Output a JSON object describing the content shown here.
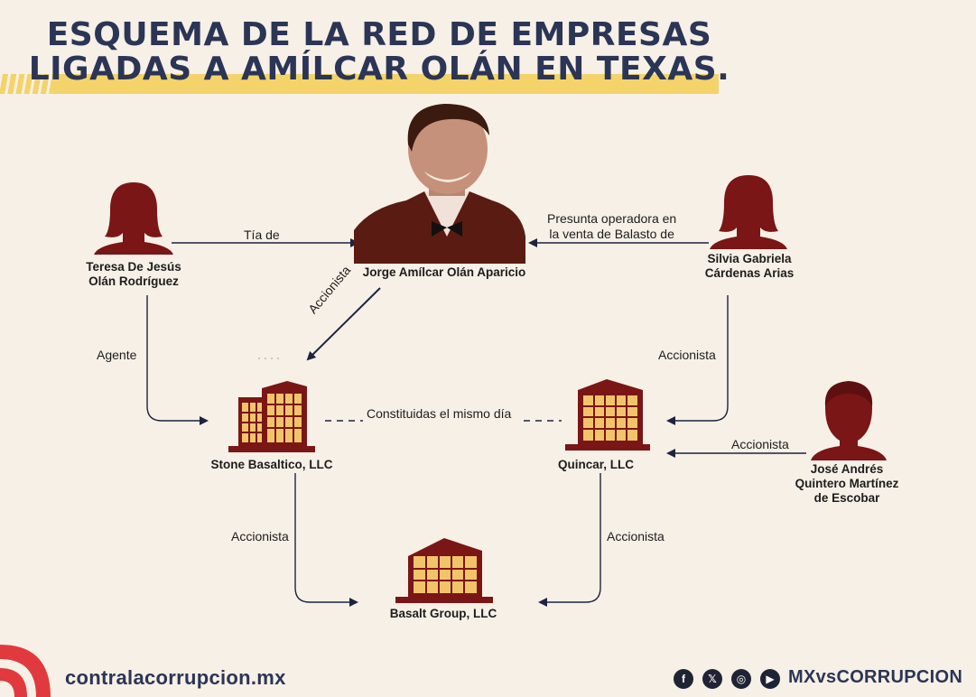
{
  "title": {
    "line1": "ESQUEMA DE LA RED DE EMPRESAS",
    "line2": "LIGADAS A AMÍLCAR OLÁN EN TEXAS."
  },
  "nodes": {
    "jorge": "Jorge Amílcar Olán Aparicio",
    "teresa_1": "Teresa De Jesús",
    "teresa_2": "Olán Rodríguez",
    "silvia_1": "Silvia Gabriela",
    "silvia_2": "Cárdenas Arias",
    "jose_1": "José Andrés",
    "jose_2": "Quintero Martínez",
    "jose_3": "de Escobar",
    "stone": "Stone Basaltico, LLC",
    "quincar": "Quincar, LLC",
    "basalt": "Basalt Group, LLC"
  },
  "edges": {
    "tia_de": "Tía de",
    "presunta_1": "Presunta operadora en",
    "presunta_2": "la venta de Balasto de",
    "accionista_jorge": "Accionista",
    "agente": "Agente",
    "accionista_silvia": "Accionista",
    "constituidas": "Constituidas el mismo día",
    "accionista_jose": "Accionista",
    "accionista_stone": "Accionista",
    "accionista_quincar": "Accionista"
  },
  "footer": {
    "site": "contralacorrupcion.mx",
    "handle": "MXvsCORRUPCION"
  },
  "colors": {
    "navy": "#2b3555",
    "maroon": "#7a1616",
    "building_face": "#f2c46a",
    "highlight": "#f4d36b",
    "background": "#f7f0e6",
    "logo_red": "#e03a3e"
  }
}
